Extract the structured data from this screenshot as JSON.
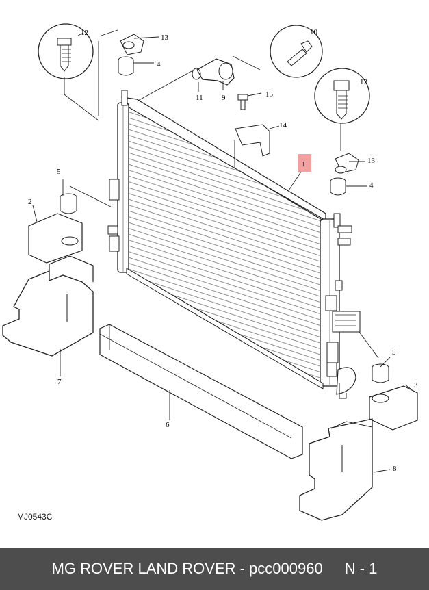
{
  "diagram": {
    "reference_code": "MJ0543C",
    "highlight_color": "#f2a0a0",
    "callouts": {
      "c1": "1",
      "c2": "2",
      "c3": "3",
      "c4a": "4",
      "c4b": "4",
      "c5a": "5",
      "c5b": "5",
      "c6": "6",
      "c7": "7",
      "c8": "8",
      "c9": "9",
      "c10": "10",
      "c11": "11",
      "c12a": "12",
      "c12b": "12",
      "c13a": "13",
      "c13b": "13",
      "c14": "14",
      "c15": "15"
    }
  },
  "footer": {
    "part_text": "MG ROVER LAND ROVER - pcc000960",
    "page_text": "N - 1"
  }
}
